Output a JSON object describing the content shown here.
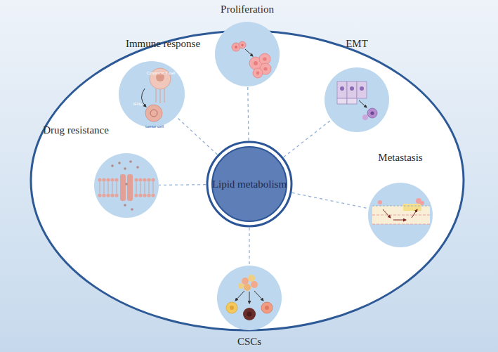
{
  "diagram": {
    "nodes": [
      {
        "text": [
          "Proliferation"
        ]
      },
      {
        "text": [
          "Immune response"
        ]
      },
      {
        "text": [
          "EMT"
        ]
      },
      {
        "text": [
          "Drug resistance"
        ]
      },
      {
        "text": [
          "Lipid metabolism"
        ]
      },
      {
        "text": [
          "Metastasis"
        ]
      },
      {
        "text": [
          "CSCs"
        ]
      }
    ],
    "edges": [
      {
        "from": 4,
        "to": 0,
        "arrow": "none"
      },
      {
        "from": 4,
        "to": 1,
        "arrow": "none"
      },
      {
        "from": 4,
        "to": 2,
        "arrow": "none"
      },
      {
        "from": 4,
        "to": 3,
        "arrow": "none"
      },
      {
        "from": 4,
        "to": 5,
        "arrow": "none"
      },
      {
        "from": 4,
        "to": 6,
        "arrow": "none"
      }
    ],
    "labels": [
      "Cytotoxic T cell",
      "IFNγ",
      "tumor cell"
    ]
  }
}
